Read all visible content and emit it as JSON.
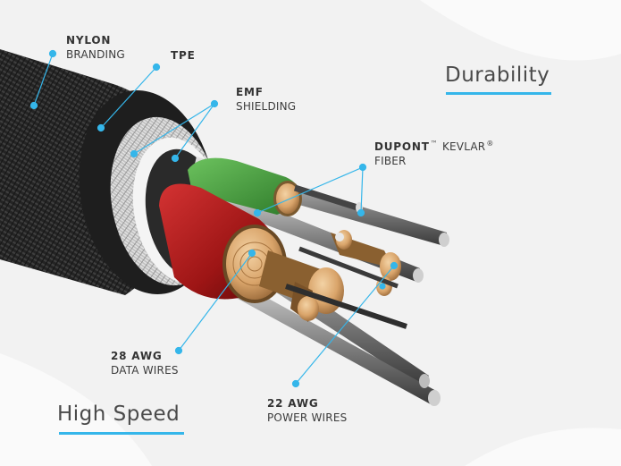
{
  "headings": {
    "durability": "Durability",
    "high_speed": "High Speed"
  },
  "labels": {
    "nylon": {
      "title": "NYLON",
      "sub": "BRANDING"
    },
    "tpe": {
      "title": "TPE"
    },
    "emf": {
      "title": "EMF",
      "sub": "SHIELDING"
    },
    "kevlar": {
      "title": "DUPONT",
      "tm": "™",
      "title2": "KEVLAR",
      "reg": "®",
      "sub": "FIBER"
    },
    "data_wires": {
      "title": "28 AWG",
      "sub": "DATA WIRES"
    },
    "power_wires": {
      "title": "22 AWG",
      "sub": "POWER WIRES"
    }
  },
  "colors": {
    "accent": "#35b6ea",
    "jacket": "#2c2c2c",
    "copper": "#d9a46a",
    "green": "#3f9a3a",
    "red": "#a31818"
  }
}
